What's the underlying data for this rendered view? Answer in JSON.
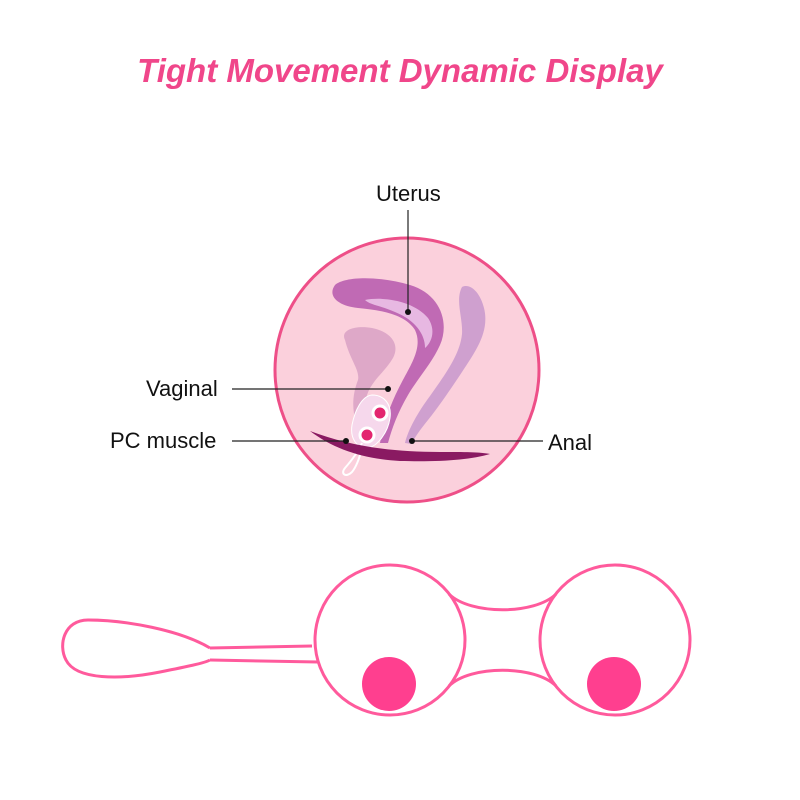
{
  "title": "Tight Movement Dynamic Display",
  "labels": {
    "uterus": "Uterus",
    "vaginal": "Vaginal",
    "pc_muscle": "PC muscle",
    "anal": "Anal"
  },
  "colors": {
    "title": "#f0468a",
    "circle_fill": "#fbd0dc",
    "circle_stroke": "#ee4f88",
    "uterus": "#c06ab4",
    "uterus_highlight": "#e7b8e2",
    "light_organ": "#cfa0cf",
    "muscle": "#8a1a62",
    "ball": "#ff3f8f",
    "outline": "#ff5a9c"
  },
  "icons": [
    "anatomy-cross-section-icon",
    "kegel-balls-icon"
  ]
}
